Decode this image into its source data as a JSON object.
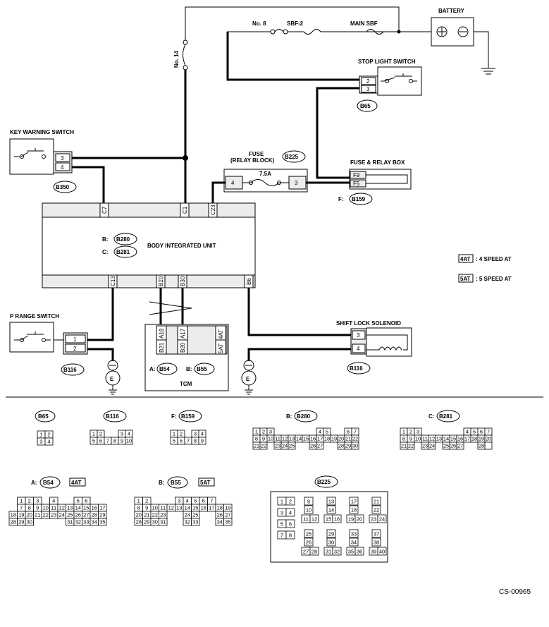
{
  "labels": {
    "battery": "BATTERY",
    "fuse_no8": "No. 8",
    "sbf2": "SBF-2",
    "main_sbf": "MAIN SBF",
    "no14": "No. 14",
    "stop_light_switch": "STOP LIGHT SWITCH",
    "key_warning_switch": "KEY WARNING SWITCH",
    "fuse_relay_block_1": "FUSE",
    "fuse_relay_block_2": "(RELAY BLOCK)",
    "fuse_rating": "7.5A",
    "fuse_relay_box": "FUSE & RELAY BOX",
    "body_integrated_unit": "BODY INTEGRATED UNIT",
    "p_range_switch": "P RANGE SWITCH",
    "shift_lock_solenoid": "SHIFT LOCK SOLENOID",
    "tcm": "TCM",
    "legend_4at_tag": "4AT",
    "legend_4at_text": ": 4 SPEED AT",
    "legend_5at_tag": "5AT",
    "legend_5at_text": ": 5 SPEED AT",
    "figure_id": "CS-00965",
    "ground": "E"
  },
  "connectors": {
    "B65": "B65",
    "B350": "B350",
    "B225": "B225",
    "B159": "B159",
    "B280": "B280",
    "B281": "B281",
    "B116": "B116",
    "B54": "B54",
    "B55": "B55"
  },
  "prefixes": {
    "f": "F:",
    "b": "B:",
    "c": "C:",
    "a": "A:"
  },
  "pins": {
    "stop_2": "2",
    "stop_3": "3",
    "key_3": "3",
    "key_4": "4",
    "fuse_4": "4",
    "fuse_3": "3",
    "box_f9": "F9",
    "box_f5": "F5",
    "biu_c7": "C7",
    "biu_c1": "C1",
    "biu_c23": "C23",
    "biu_c13": "C13",
    "biu_b20": "B20",
    "biu_b30": "B30",
    "biu_b6": "B6",
    "prange_1": "1",
    "prange_2": "2",
    "sol_3": "3",
    "sol_4": "4",
    "tcm_a18": "A18",
    "tcm_a17": "A17",
    "tcm_4at": "4AT",
    "tcm_b21": "B21",
    "tcm_b20": "B20",
    "tcm_5at": "5AT"
  },
  "faces": {
    "b65": [
      "1",
      "2",
      "3",
      "4"
    ],
    "b116": [
      "1",
      "2",
      "3",
      "4",
      "5",
      "6",
      "7",
      "8",
      "9",
      "10"
    ],
    "b159": [
      "1",
      "2",
      "3",
      "4",
      "5",
      "6",
      "7",
      "8",
      "9"
    ],
    "b280": [
      "1",
      "2",
      "3",
      "4",
      "5",
      "6",
      "7",
      "8",
      "9",
      "10",
      "11",
      "12",
      "13",
      "14",
      "15",
      "16",
      "17",
      "18",
      "19",
      "20",
      "21",
      "22",
      "23",
      "24",
      "25",
      "26",
      "27",
      "28",
      "29",
      "30"
    ],
    "b281": [
      "1",
      "2",
      "3",
      "4",
      "5",
      "6",
      "7",
      "8",
      "9",
      "10",
      "11",
      "12",
      "13",
      "14",
      "15",
      "16",
      "17",
      "18",
      "19",
      "20",
      "21",
      "22",
      "23",
      "24",
      "25",
      "26",
      "27",
      "28"
    ],
    "b54": [
      "1",
      "2",
      "3",
      "4",
      "5",
      "6",
      "7",
      "8",
      "9",
      "10",
      "11",
      "12",
      "13",
      "14",
      "15",
      "16",
      "17",
      "18",
      "19",
      "20",
      "21",
      "22",
      "23",
      "24",
      "25",
      "26",
      "27",
      "28",
      "29",
      "30",
      "31",
      "32",
      "33",
      "34",
      "35"
    ],
    "b55": [
      "1",
      "2",
      "3",
      "4",
      "5",
      "6",
      "7",
      "8",
      "9",
      "10",
      "11",
      "12",
      "13",
      "14",
      "15",
      "16",
      "17",
      "18",
      "19",
      "20",
      "21",
      "22",
      "23",
      "24",
      "25",
      "26",
      "27",
      "28",
      "29",
      "30",
      "31",
      "32",
      "33",
      "34",
      "35"
    ],
    "b225": [
      "1",
      "2",
      "3",
      "4",
      "5",
      "6",
      "7",
      "8",
      "9",
      "10",
      "11",
      "12",
      "13",
      "14",
      "15",
      "16",
      "17",
      "18",
      "19",
      "20",
      "21",
      "22",
      "23",
      "24",
      "25",
      "26",
      "27",
      "28",
      "29",
      "30",
      "31",
      "32",
      "33",
      "34",
      "35",
      "36",
      "37",
      "38",
      "39",
      "40"
    ]
  }
}
